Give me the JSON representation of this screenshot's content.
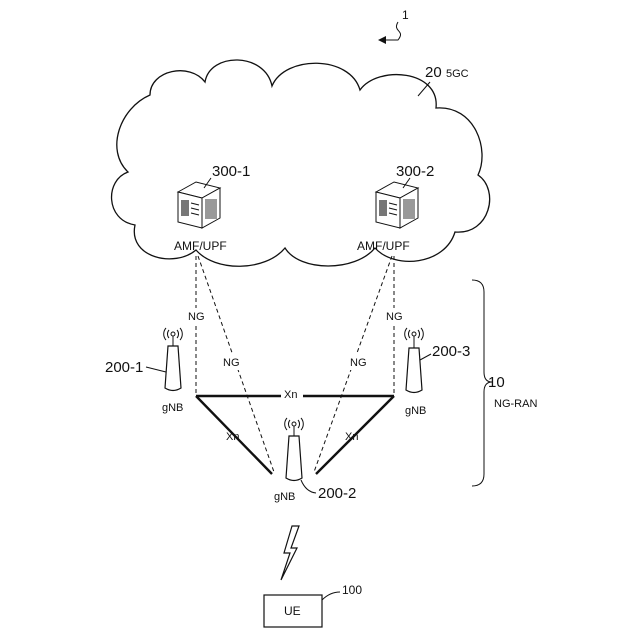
{
  "figure": {
    "figure_ref": "1",
    "core": {
      "ref": "20",
      "name": "5GC"
    },
    "ran": {
      "ref": "10",
      "name": "NG-RAN"
    },
    "core_nodes": [
      {
        "ref": "300-1",
        "label": "AMF/UPF"
      },
      {
        "ref": "300-2",
        "label": "AMF/UPF"
      }
    ],
    "base_stations": [
      {
        "ref": "200-1",
        "label": "gNB"
      },
      {
        "ref": "200-2",
        "label": "gNB"
      },
      {
        "ref": "200-3",
        "label": "gNB"
      }
    ],
    "interfaces": {
      "ng_1": "NG",
      "ng_2": "NG",
      "ng_3": "NG",
      "ng_4": "NG",
      "xn_top": "Xn",
      "xn_left": "Xn",
      "xn_right": "Xn"
    },
    "ue": {
      "ref": "100",
      "label": "UE"
    }
  }
}
